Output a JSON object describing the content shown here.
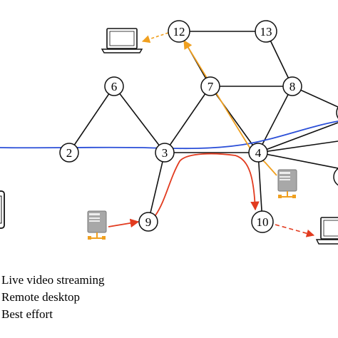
{
  "nodes": [
    {
      "id": "2",
      "label": "2"
    },
    {
      "id": "3",
      "label": "3"
    },
    {
      "id": "4",
      "label": "4"
    },
    {
      "id": "6",
      "label": "6"
    },
    {
      "id": "7",
      "label": "7"
    },
    {
      "id": "8",
      "label": "8"
    },
    {
      "id": "9",
      "label": "9"
    },
    {
      "id": "10",
      "label": "10"
    },
    {
      "id": "12",
      "label": "12"
    },
    {
      "id": "13",
      "label": "13"
    }
  ],
  "legend": {
    "items": [
      {
        "label": "Live video streaming",
        "color": "#2b4fd8"
      },
      {
        "label": "Remote desktop",
        "color": "#f0a020"
      },
      {
        "label": "Best effort",
        "color": "#e23b1f"
      }
    ]
  },
  "colors": {
    "edge": "#111111",
    "video_flow": "#2b4fd8",
    "desktop_flow": "#f0a020",
    "best_effort_flow": "#e23b1f",
    "server": "#9e9e9e",
    "server_connector": "#f0a020"
  },
  "icons": [
    "laptop-icon",
    "server-icon",
    "tablet-icon"
  ]
}
